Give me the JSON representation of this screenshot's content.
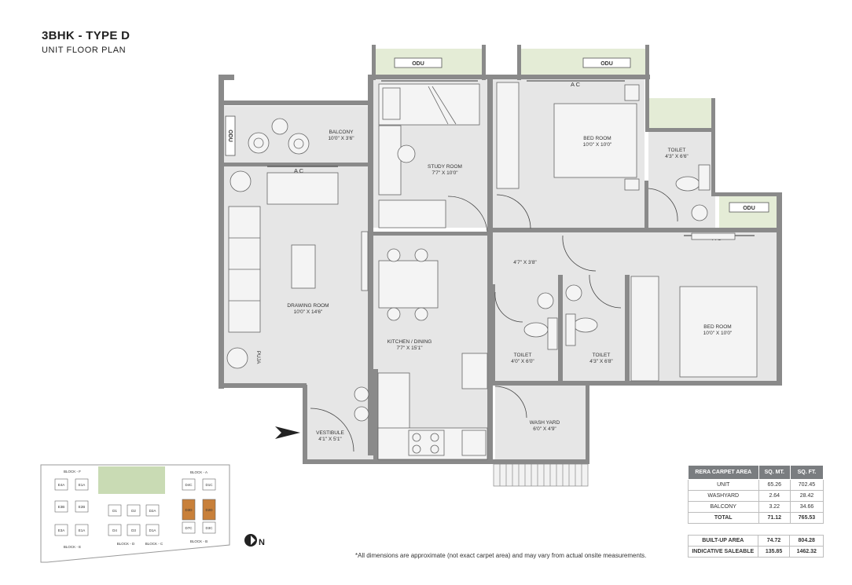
{
  "header": {
    "title": "3BHK - TYPE D",
    "subtitle": "UNIT FLOOR PLAN"
  },
  "rooms": {
    "balcony": {
      "name": "BALCONY",
      "dim": "10'0\" X 3'6\""
    },
    "study": {
      "name": "STUDY ROOM",
      "dim": "7'7\" X 10'0\""
    },
    "bedroom1": {
      "name": "BED ROOM",
      "dim": "10'0\" X 10'0\""
    },
    "toilet1": {
      "name": "TOILET",
      "dim": "4'3\" X 6'6\""
    },
    "drawing": {
      "name": "DRAWING ROOM",
      "dim": "10'0\" X 14'6\""
    },
    "passage": {
      "dim": "4'7\" X 3'8\""
    },
    "bedroom2": {
      "name": "BED ROOM",
      "dim": "10'0\" X 10'0\""
    },
    "kitchen": {
      "name": "KITCHEN / DINING",
      "dim": "7'7\" X 15'1\""
    },
    "toilet2": {
      "name": "TOILET",
      "dim": "4'0\" X 6'0\""
    },
    "toilet3": {
      "name": "TOILET",
      "dim": "4'3\" X 6'8\""
    },
    "washyard": {
      "name": "WASH YARD",
      "dim": "6'0\" X 4'9\""
    },
    "vestibule": {
      "name": "VESTIBULE",
      "dim": "4'1\" X 5'1\""
    },
    "puja": {
      "name": "PUJA"
    }
  },
  "fixtures": {
    "ac": "A C",
    "odu": "ODU"
  },
  "keyplan": {
    "blocks": [
      "BLOCK - F",
      "BLOCK - E",
      "BLOCK - D",
      "BLOCK - C",
      "BLOCK - B",
      "BLOCK - A"
    ],
    "units_f": [
      "E4A",
      "E1A",
      "E3B",
      "E2B"
    ],
    "units_e": [
      "E3A",
      "E1A"
    ],
    "units_dc": [
      "D1",
      "D2",
      "D2A",
      "D4",
      "D3",
      "D1A"
    ],
    "units_a": [
      "D4C",
      "D1C"
    ],
    "units_highlight": [
      "D3D",
      "D2D"
    ],
    "units_b": [
      "D7C",
      "D3C"
    ],
    "highlight_color": "#c8803a",
    "green_color": "#c9dbb4"
  },
  "compass": {
    "label": "N"
  },
  "area_table": {
    "headers": [
      "RERA CARPET AREA",
      "SQ. MT.",
      "SQ. FT."
    ],
    "rows": [
      [
        "UNIT",
        "65.26",
        "702.45"
      ],
      [
        "WASHYARD",
        "2.64",
        "28.42"
      ],
      [
        "BALCONY",
        "3.22",
        "34.66"
      ],
      [
        "TOTAL",
        "71.12",
        "765.53"
      ]
    ]
  },
  "builtup_table": {
    "rows": [
      [
        "BUILT-UP AREA",
        "74.72",
        "804.28"
      ],
      [
        "INDICATIVE SALEABLE",
        "135.85",
        "1462.32"
      ]
    ]
  },
  "footnote": "*All dimensions are approximate (not exact carpet area) and may vary from actual onsite measurements."
}
